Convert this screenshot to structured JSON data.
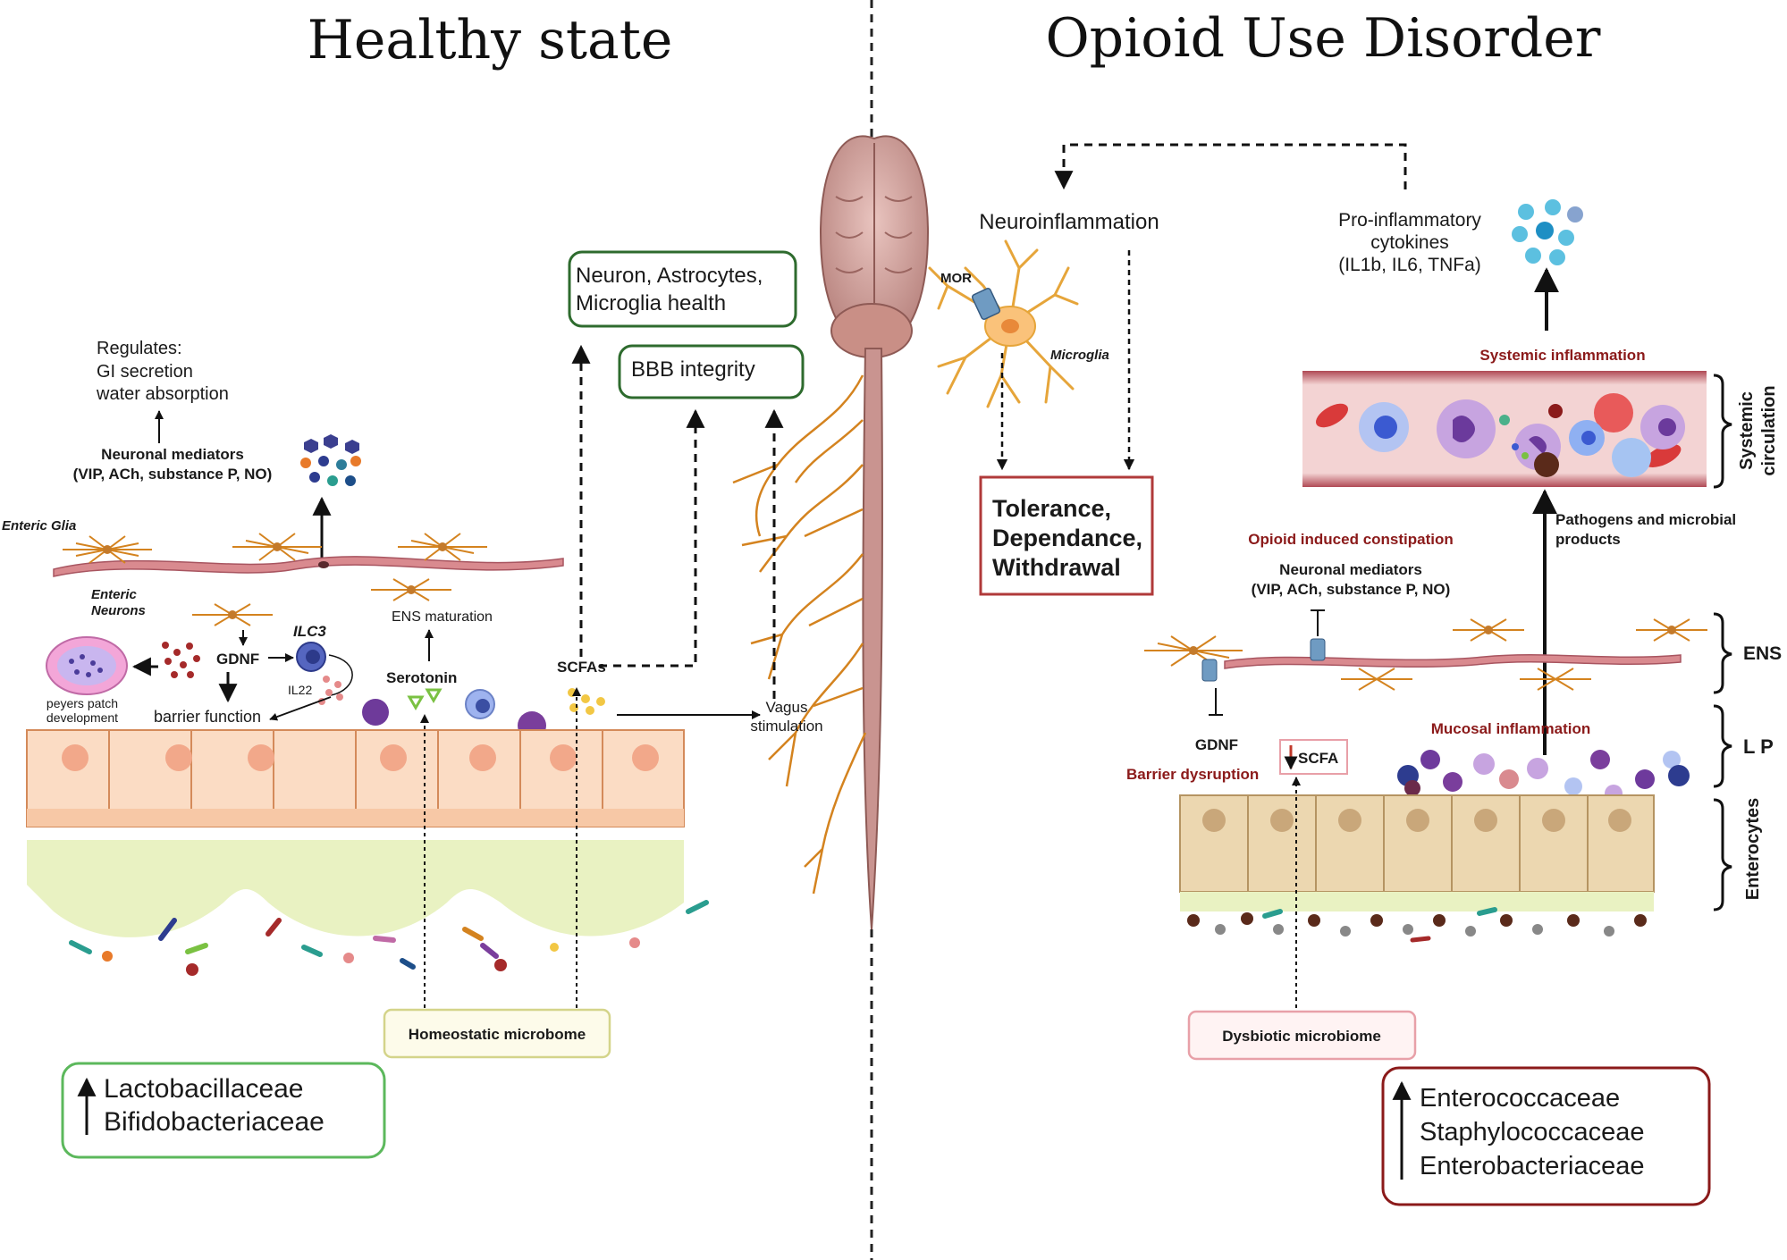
{
  "titles": {
    "healthy": "Healthy state",
    "oud": "Opioid Use Disorder"
  },
  "healthy": {
    "regulates": [
      "Regulates:",
      "GI secretion",
      "water absorption"
    ],
    "neuronal_mediators": [
      "Neuronal mediators",
      "(VIP, ACh, substance P, NO)"
    ],
    "enteric_glia": "Enteric Glia",
    "enteric_neurons": [
      "Enteric",
      "Neurons"
    ],
    "ens_maturation": "ENS maturation",
    "ilc3": "ILC3",
    "gdnf": "GDNF",
    "il22": "IL22",
    "peyers": [
      "peyers patch",
      "development"
    ],
    "barrier_function": "barrier function",
    "serotonin": "Serotonin",
    "scfas": "SCFAs",
    "vagus": [
      "Vagus",
      "stimulation"
    ],
    "neuron_health": [
      "Neuron, Astrocytes,",
      "Microglia health"
    ],
    "bbb": "BBB integrity",
    "microbiome": "Homeostatic microbome",
    "taxa": [
      "Lactobacillaceae",
      "Bifidobacteriaceae"
    ]
  },
  "oud": {
    "neuroinflammation": "Neuroinflammation",
    "mor": "MOR",
    "microglia": "Microglia",
    "tolerance": [
      "Tolerance,",
      "Dependance,",
      "Withdrawal"
    ],
    "pro_inflammatory": [
      "Pro-inflammatory",
      "cytokines",
      "(IL1b, IL6, TNFa)"
    ],
    "systemic_inflammation": "Systemic inflammation",
    "systemic_circulation": [
      "Systemic",
      "circulation"
    ],
    "pathogens": [
      "Pathogens and microbial",
      "products"
    ],
    "opioid_constipation": "Opioid induced constipation",
    "neuronal_mediators": [
      "Neuronal mediators",
      "(VIP, ACh, substance P, NO)"
    ],
    "ens": "ENS",
    "lp": "L P",
    "enterocytes": "Enterocytes",
    "gdnf": "GDNF",
    "scfa": "SCFA",
    "barrier_dysruption": "Barrier dysruption",
    "mucosal_inflammation": "Mucosal inflammation",
    "microbiome": "Dysbiotic microbiome",
    "taxa": [
      "Enterococcaceae",
      "Staphylococcaceae",
      "Enterobacteriaceae"
    ]
  },
  "colors": {
    "green_box": "#5cb85c",
    "dark_green_box": "#2e6b2e",
    "red_box": "#b03a3a",
    "maroon_box": "#8b1a1a",
    "pink_box": "#e8a0a8",
    "olive_box": "#d4d48a",
    "healthy_cell": "#fbdcc4",
    "oud_cell": "#ecd7b0",
    "mucus": "#e9f2c2",
    "nerve": "#d4831f",
    "brain": "#d6a6a0"
  }
}
